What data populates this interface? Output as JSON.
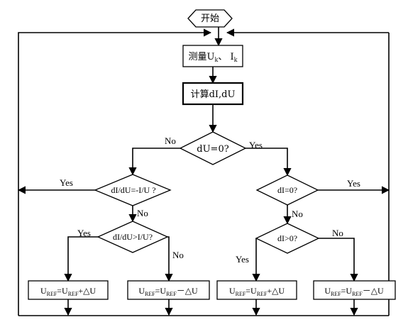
{
  "nodes": {
    "start": "开始",
    "measure": {
      "prefix": "测量U",
      "sub1": "k",
      "mid": "、 I",
      "sub2": "k"
    },
    "compute": "计算dI,dU",
    "du_zero": "dU=0?",
    "di_du_neg": "dI/dU=-I/U ?",
    "di_du_gt": "dI/dU>I/U?",
    "di_zero": "dI=0?",
    "di_gt_zero": "dI>0?",
    "update": {
      "u": "U",
      "ref": "REF",
      "eq": "=U",
      "plus": "+△U",
      "minus": "－△U"
    }
  },
  "edges": {
    "yes": "Yes",
    "no": "No"
  }
}
